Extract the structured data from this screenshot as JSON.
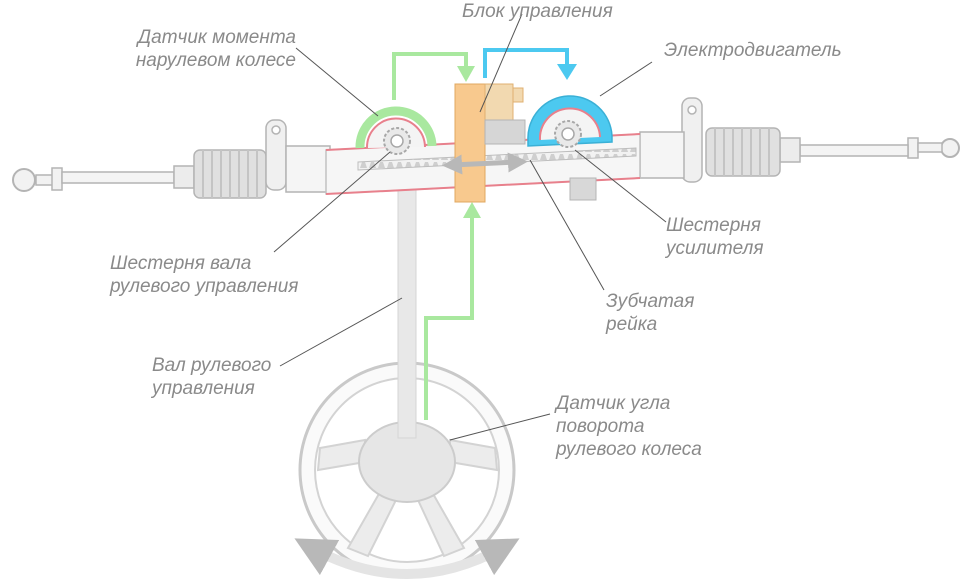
{
  "labels": {
    "torque_sensor": [
      "Датчик момента",
      "нарулевом колесе"
    ],
    "control_unit": [
      "Блок управления"
    ],
    "motor": [
      "Электродвигатель"
    ],
    "shaft_pinion": [
      "Шестерня вала",
      "рулевого управления"
    ],
    "booster_pinion": [
      "Шестерня",
      "усилителя"
    ],
    "rack": [
      "Зубчатая",
      "рейка"
    ],
    "steering_shaft": [
      "Вал рулевого",
      "управления"
    ],
    "angle_sensor": [
      "Датчик угла",
      "поворота",
      "рулевого колеса"
    ]
  },
  "colors": {
    "green": "#a9e89f",
    "blue": "#4cc9f0",
    "orange": "#f8c98e",
    "red_line": "#e8808c",
    "gray_part": "#e8e8e8",
    "gray_stroke": "#b4b4b4",
    "label": "#8a8a8a"
  }
}
